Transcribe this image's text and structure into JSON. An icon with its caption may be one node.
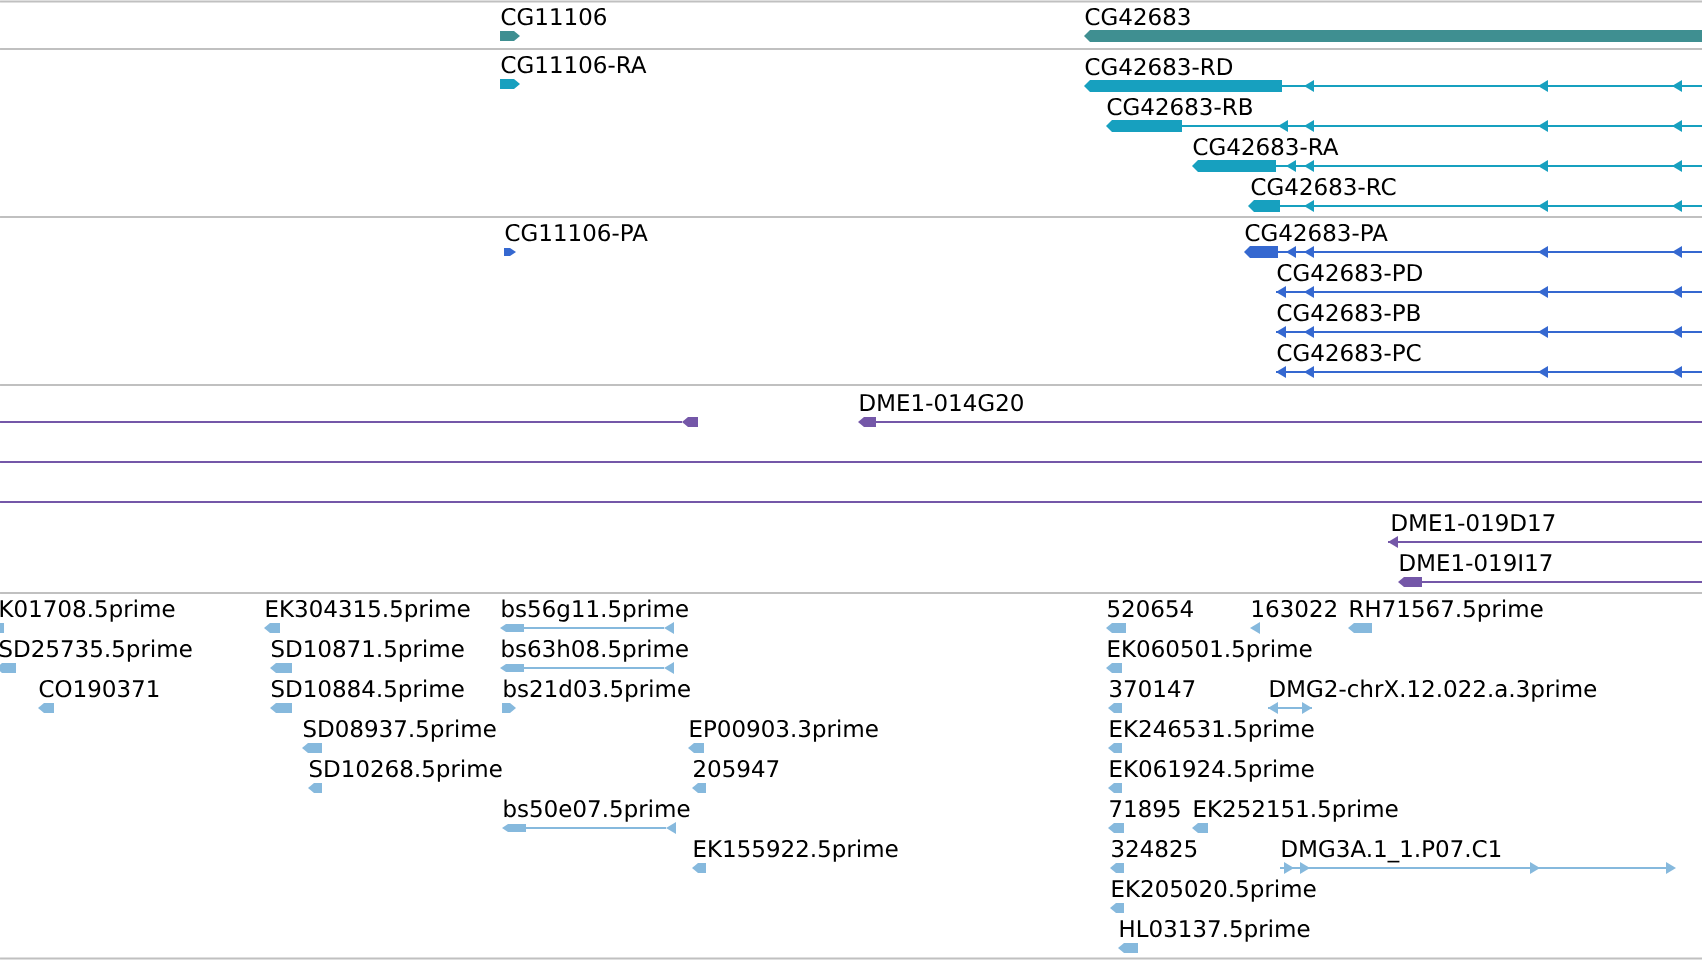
{
  "diagram": {
    "nodes": [
      {
        "text": [
          "CG11106"
        ]
      },
      {
        "text": [
          "CG42683"
        ]
      },
      {
        "text": [
          "CG11106-RA"
        ]
      },
      {
        "text": [
          "CG42683-RD"
        ]
      },
      {
        "text": [
          "CG42683-RB"
        ]
      },
      {
        "text": [
          "CG42683-RA"
        ]
      },
      {
        "text": [
          "CG42683-RC"
        ]
      },
      {
        "text": [
          "CG11106-PA"
        ]
      },
      {
        "text": [
          "CG42683-PA"
        ]
      },
      {
        "text": [
          "CG42683-PD"
        ]
      },
      {
        "text": [
          "CG42683-PB"
        ]
      },
      {
        "text": [
          "CG42683-PC"
        ]
      },
      {
        "text": [],
        "shape": "bar"
      },
      {
        "text": [
          "DME1-014G20"
        ]
      },
      {
        "text": [],
        "shape": "bar"
      },
      {
        "text": [],
        "shape": "bar"
      },
      {
        "text": [
          "DME1-019D17"
        ]
      },
      {
        "text": [
          "DME1-019I17"
        ]
      },
      {
        "text": [
          "K01708.5prime"
        ]
      },
      {
        "text": [
          "EK304315.5prime"
        ]
      },
      {
        "text": [
          "bs56g11.5prime"
        ]
      },
      {
        "text": [
          "520654"
        ]
      },
      {
        "text": [
          "163022"
        ]
      },
      {
        "text": [
          "RH71567.5prime"
        ]
      },
      {
        "text": [
          "SD25735.5prime"
        ]
      },
      {
        "text": [
          "SD10871.5prime"
        ]
      },
      {
        "text": [
          "bs63h08.5prime"
        ]
      },
      {
        "text": [
          "EK060501.5prime"
        ]
      },
      {
        "text": [
          "CO190371"
        ]
      },
      {
        "text": [
          "SD10884.5prime"
        ]
      },
      {
        "text": [
          "bs21d03.5prime"
        ]
      },
      {
        "text": [
          "370147"
        ]
      },
      {
        "text": [
          "DMG2-chrX.12.022.a.3prime"
        ]
      },
      {
        "text": [
          "SD08937.5prime"
        ]
      },
      {
        "text": [
          "EP00903.3prime"
        ]
      },
      {
        "text": [
          "EK246531.5prime"
        ]
      },
      {
        "text": [
          "SD10268.5prime"
        ]
      },
      {
        "text": [
          "205947"
        ]
      },
      {
        "text": [
          "EK061924.5prime"
        ]
      },
      {
        "text": [
          "bs50e07.5prime"
        ]
      },
      {
        "text": [
          "71895"
        ]
      },
      {
        "text": [
          "EK252151.5prime"
        ]
      },
      {
        "text": [
          "EK155922.5prime"
        ]
      },
      {
        "text": [
          "324825"
        ]
      },
      {
        "text": [
          "DMG3A.1_1.P07.C1"
        ]
      },
      {
        "text": [
          "EK205020.5prime"
        ]
      },
      {
        "text": [
          "HL03137.5prime"
        ]
      }
    ]
  }
}
